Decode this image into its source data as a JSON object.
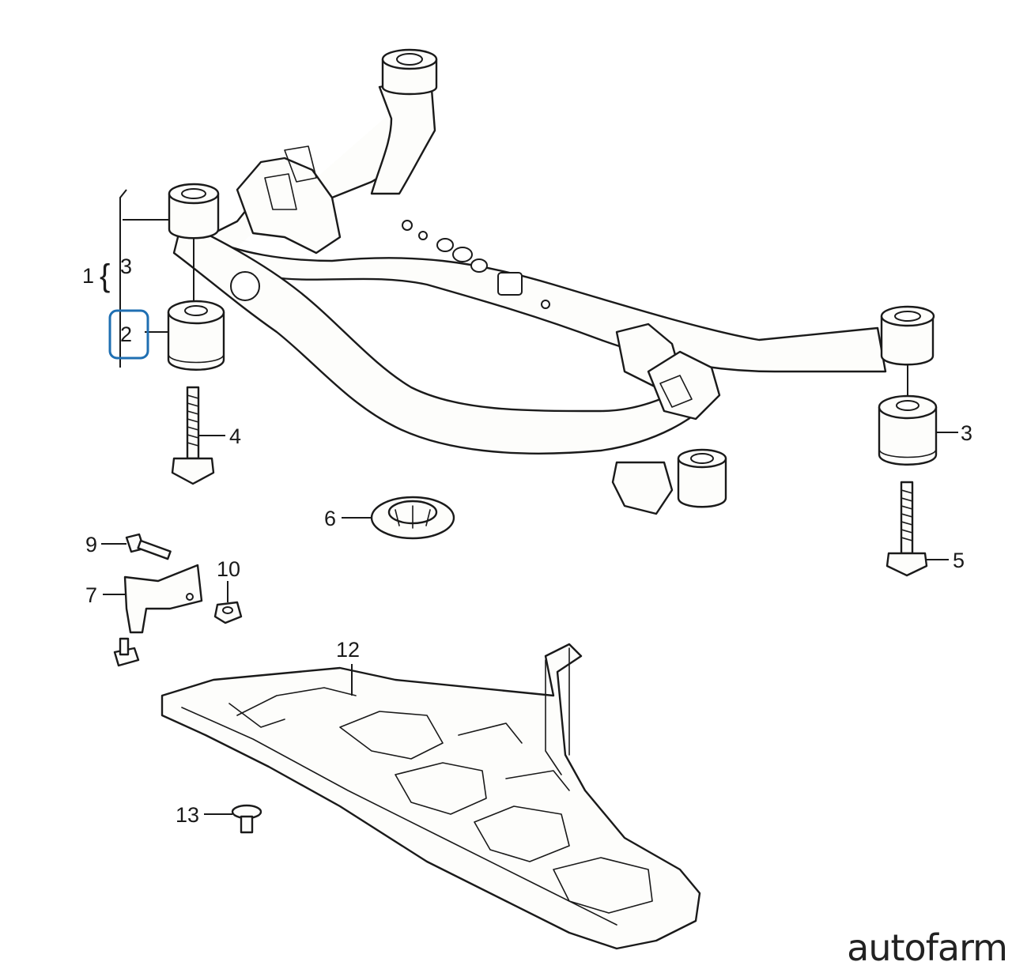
{
  "callouts": {
    "c1": "1",
    "c2": "2",
    "c3_top": "3",
    "c3_right": "3",
    "c4": "4",
    "c5": "5",
    "c6": "6",
    "c7": "7",
    "c9": "9",
    "c10": "10",
    "c12": "12",
    "c13": "13"
  },
  "brace_symbol": "{",
  "highlight_color": "#1f6fb2",
  "watermark": "autofarm"
}
